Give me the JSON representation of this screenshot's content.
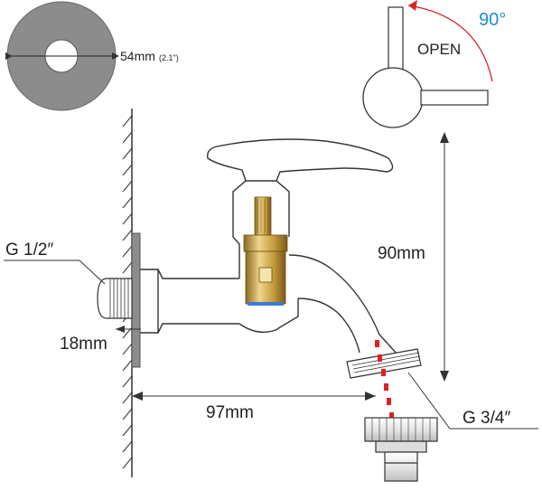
{
  "diagram": {
    "flange": {
      "diameter_label": "54mm",
      "diameter_inch": "(2.1\")"
    },
    "handle_rotation": {
      "angle_label": "90°",
      "state_label": "OPEN",
      "angle_color": "#1a8fd6",
      "arrow_color": "#d9262b"
    },
    "dimensions": {
      "height": "90mm",
      "depth": "18mm",
      "reach": "97mm"
    },
    "threads": {
      "inlet": "G 1/2″",
      "outlet": "G 3/4″"
    },
    "colors": {
      "line": "#333333",
      "flange_fill": "#8c8c8c",
      "brass": "#c8a24a",
      "flow_dots": "#e02020"
    }
  }
}
